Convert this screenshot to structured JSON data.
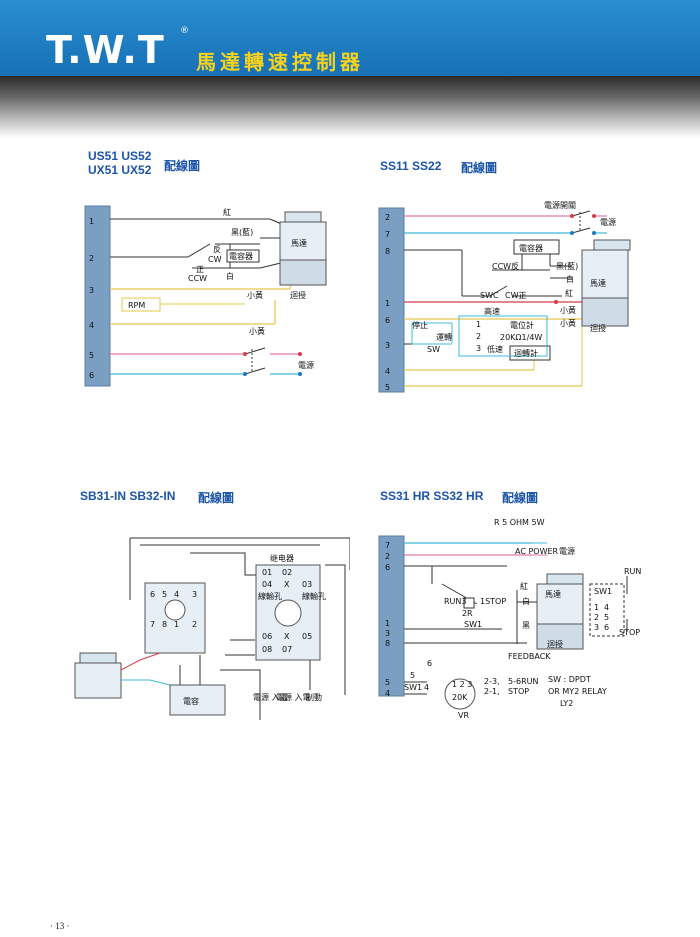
{
  "header": {
    "logo": "T.W.T",
    "registered": "®",
    "title": "馬達轉速控制器"
  },
  "sections": {
    "us51": {
      "title_line1": "US51  US52",
      "title_line2": "UX51  UX52",
      "suffix": "配線圖",
      "terminals": [
        "1",
        "2",
        "3",
        "4",
        "5",
        "6"
      ],
      "labels": {
        "red": "紅",
        "black": "黑(藍)",
        "rev": "反",
        "cw": "CW",
        "fwd": "正",
        "ccw": "CCW",
        "white": "白",
        "capacitor": "電容器",
        "motor": "馬達",
        "rpm": "RPM",
        "ysmall1": "小黃",
        "ysmall2": "小黃",
        "gear": "迴授",
        "power": "電源"
      }
    },
    "ss11": {
      "title": "SS11  SS22",
      "suffix": "配線圖",
      "terminals": [
        "2",
        "7",
        "8",
        "1",
        "6",
        "3",
        "4",
        "5"
      ],
      "labels": {
        "switch": "電源開關",
        "power": "電源",
        "capacitor": "電容器",
        "ccw": "CCW反",
        "black": "黑(藍)",
        "white": "白",
        "swc": "SWC",
        "cw": "CW正",
        "red": "紅",
        "motor": "馬達",
        "ysmall1": "小黃",
        "ysmall2": "小黃",
        "gear": "迴授",
        "high": "高速",
        "stop": "停止",
        "run": "運轉",
        "sw": "SW",
        "low": "低速",
        "pot": "電位計",
        "potval": "20KΩ1/4W",
        "tacho": "迴轉計",
        "n1": "1",
        "n2": "2",
        "n3": "3"
      }
    },
    "sb31": {
      "title": "SB31-IN  SB32-IN",
      "suffix": "配線圖",
      "labels": {
        "relay": "继电器",
        "relay_t": [
          "01",
          "02",
          "03",
          "04",
          "05",
          "06",
          "07",
          "08"
        ],
        "x": "X",
        "cap": "電容",
        "power_in": "電源\n入電",
        "power_in2": "電源\n入電",
        "brake": "制動",
        "upper_box": [
          "6",
          "5",
          "4",
          "3",
          "7",
          "8",
          "1",
          "2"
        ],
        "coil": "線輸孔"
      }
    },
    "ss31": {
      "title": "SS31 HR  SS32 HR",
      "suffix": "配線圖",
      "terminals": [
        "7",
        "2",
        "6",
        "1",
        "3",
        "8",
        "5",
        "4"
      ],
      "labels": {
        "res": "R 5 OHM 5W",
        "acpower": "AC POWER",
        "power": "電源",
        "run3": "RUN3",
        "stop": "1STOP",
        "r": "R",
        "n2": "2",
        "sw1": "SW1",
        "red": "紅",
        "white": "白",
        "black": "黑",
        "motor": "馬達",
        "gear": "迴授",
        "feedback": "FEEDBACK",
        "run": "RUN",
        "stop2": "STOP",
        "sw1box": "SW1",
        "sw1sub": [
          "1",
          "4",
          "2",
          "5",
          "3",
          "6"
        ],
        "n6": "6",
        "n5": "5",
        "sw1b": "SW1",
        "n4": "4",
        "vr": "VR",
        "vr20": "20K",
        "vrpins": "1 2 3",
        "l1": "2-3,",
        "l2": "2-1,",
        "run56": "5-6RUN",
        "stop3": "STOP",
        "swdpdt": "SW : DPDT",
        "relay": "OR MY2 RELAY",
        "ly2": "LY2"
      }
    }
  },
  "page_number": "· 13 ·",
  "colors": {
    "banner": "#1c78bd",
    "title": "#f5d21c",
    "section": "#1c55a8",
    "wire_gray": "#333333",
    "wire_yellow": "#e8c84a",
    "wire_blue": "#3fb8d8",
    "wire_red": "#d83a4a",
    "wire_pink": "#e07aa8",
    "strip": "#7a9fc2"
  }
}
